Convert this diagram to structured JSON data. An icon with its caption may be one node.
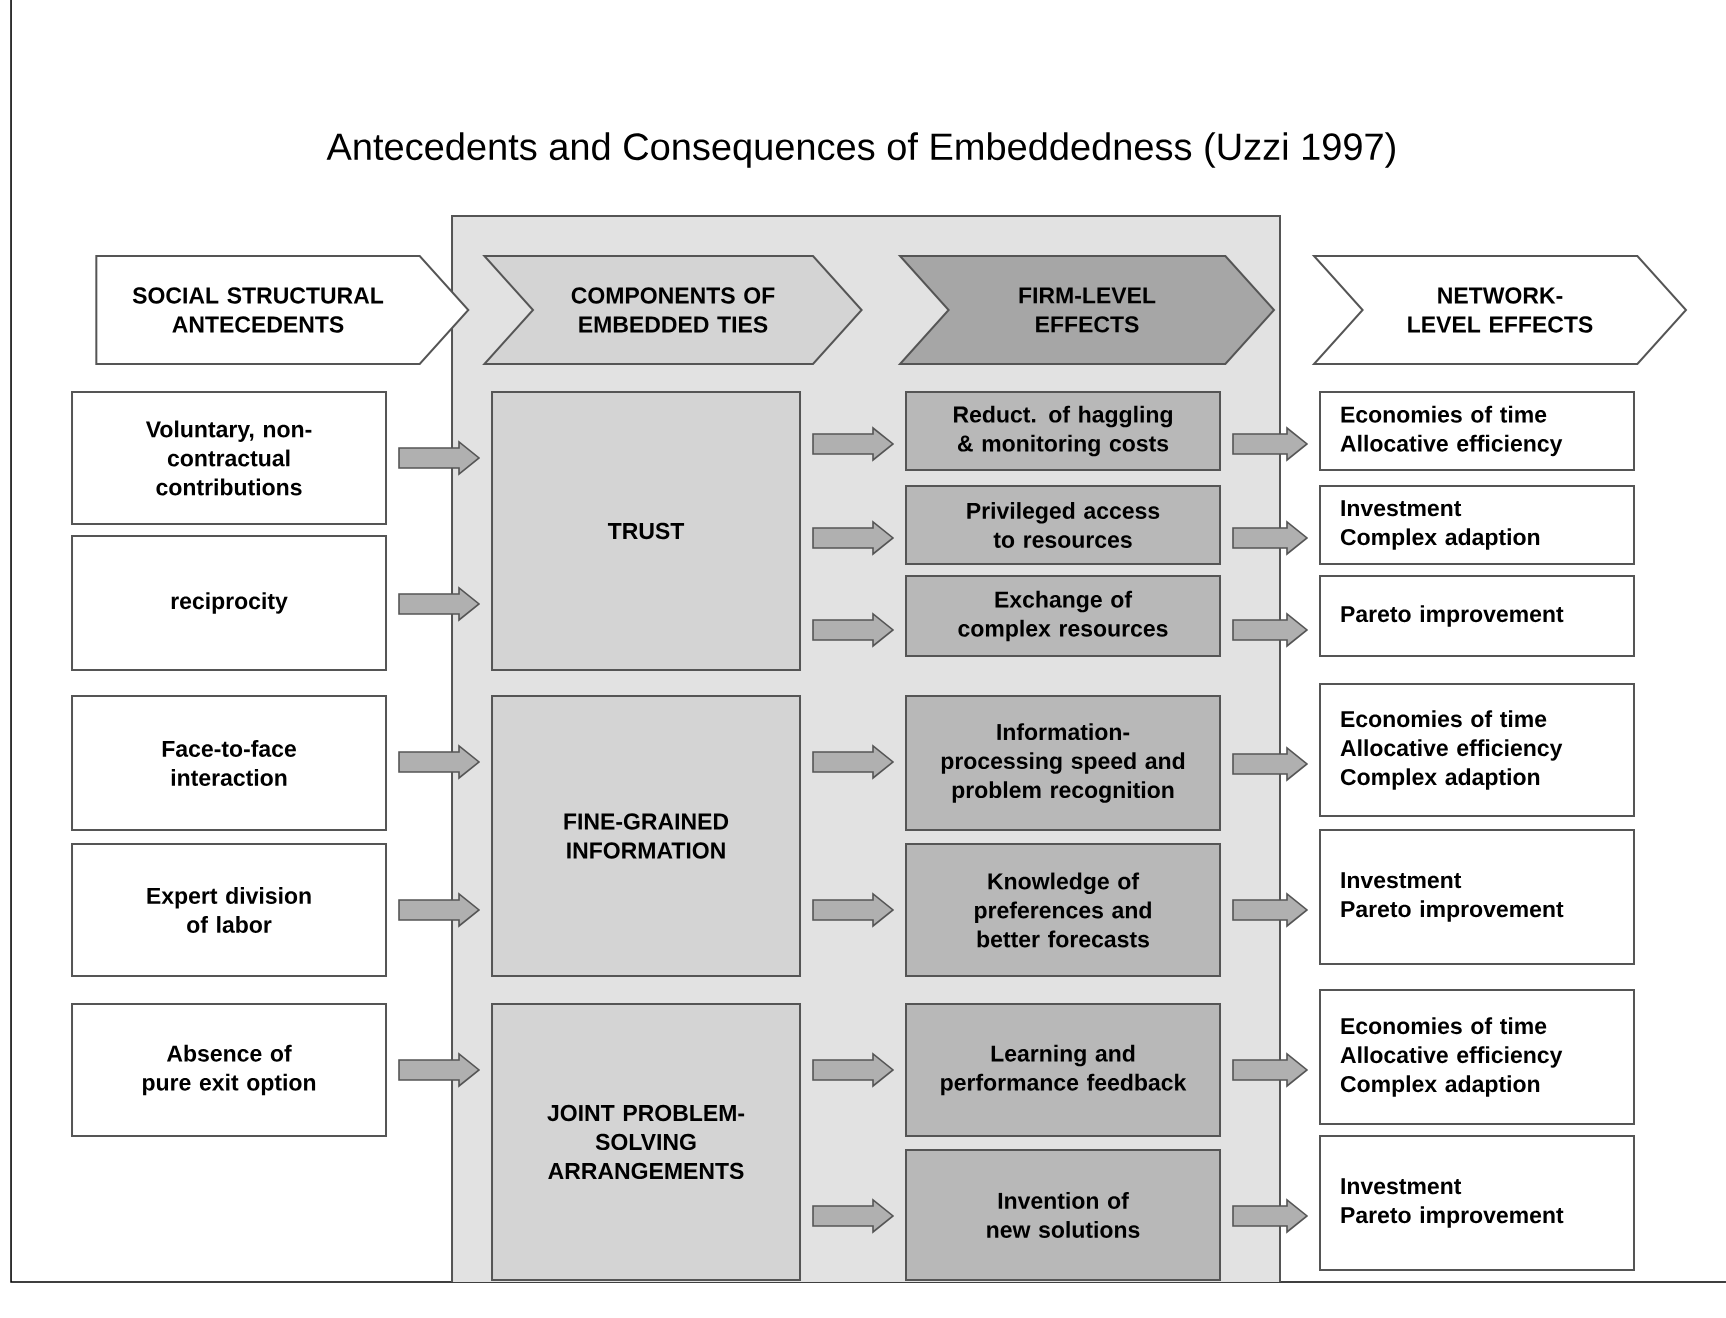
{
  "diagram": {
    "title": "Antecedents and Consequences of Embeddedness (Uzzi 1997)",
    "nodes": [
      {
        "text": [
          "SOCIAL STRUCTURAL ANTECEDENTS"
        ]
      },
      {
        "text": [
          "COMPONENTS OF EMBEDDED TIES"
        ]
      },
      {
        "text": [
          "FIRM-LEVEL EFFECTS"
        ]
      },
      {
        "text": [
          "NETWORK-LEVEL EFFECTS"
        ]
      },
      {
        "text": [
          "Voluntary, non-contractual contributions"
        ]
      },
      {
        "text": [
          "reciprocity"
        ]
      },
      {
        "text": [
          "Face-to-face interaction"
        ]
      },
      {
        "text": [
          "Expert division of labor"
        ]
      },
      {
        "text": [
          "Absence of pure exit option"
        ]
      },
      {
        "text": [
          "TRUST"
        ]
      },
      {
        "text": [
          "FINE-GRAINED INFORMATION"
        ]
      },
      {
        "text": [
          "JOINT PROBLEM-SOLVING ARRANGEMENTS"
        ]
      },
      {
        "text": [
          "Reduct. of haggling & monitoring costs"
        ]
      },
      {
        "text": [
          "Privileged access to resources"
        ]
      },
      {
        "text": [
          "Exchange of complex resources"
        ]
      },
      {
        "text": [
          "Information-processing speed and problem recognition"
        ]
      },
      {
        "text": [
          "Knowledge of preferences and better forecasts"
        ]
      },
      {
        "text": [
          "Learning and performance feedback"
        ]
      },
      {
        "text": [
          "Invention of new solutions"
        ]
      },
      {
        "text": [
          "Economies of time",
          "Allocative efficiency"
        ]
      },
      {
        "text": [
          "Investment",
          "Complex adaption"
        ]
      },
      {
        "text": [
          "Pareto improvement"
        ]
      },
      {
        "text": [
          "Economies of time",
          "Allocative efficiency",
          "Complex adaption"
        ]
      },
      {
        "text": [
          "Investment",
          "Pareto improvement"
        ]
      },
      {
        "text": [
          "Economies of time",
          "Allocative efficiency",
          "Complex adaption"
        ]
      },
      {
        "text": [
          "Investment",
          "Pareto improvement"
        ]
      }
    ],
    "edges": [
      {
        "from": 4,
        "to": 9,
        "arrow": "to"
      },
      {
        "from": 5,
        "to": 9,
        "arrow": "to"
      },
      {
        "from": 6,
        "to": 10,
        "arrow": "to"
      },
      {
        "from": 7,
        "to": 10,
        "arrow": "to"
      },
      {
        "from": 8,
        "to": 11,
        "arrow": "to"
      },
      {
        "from": 9,
        "to": 12,
        "arrow": "to"
      },
      {
        "from": 9,
        "to": 13,
        "arrow": "to"
      },
      {
        "from": 9,
        "to": 14,
        "arrow": "to"
      },
      {
        "from": 10,
        "to": 15,
        "arrow": "to"
      },
      {
        "from": 10,
        "to": 16,
        "arrow": "to"
      },
      {
        "from": 11,
        "to": 17,
        "arrow": "to"
      },
      {
        "from": 11,
        "to": 18,
        "arrow": "to"
      },
      {
        "from": 12,
        "to": 19,
        "arrow": "to"
      },
      {
        "from": 13,
        "to": 20,
        "arrow": "to"
      },
      {
        "from": 14,
        "to": 21,
        "arrow": "to"
      },
      {
        "from": 15,
        "to": 22,
        "arrow": "to"
      },
      {
        "from": 16,
        "to": 23,
        "arrow": "to"
      },
      {
        "from": 17,
        "to": 24,
        "arrow": "to"
      },
      {
        "from": 18,
        "to": 25,
        "arrow": "to"
      }
    ]
  }
}
